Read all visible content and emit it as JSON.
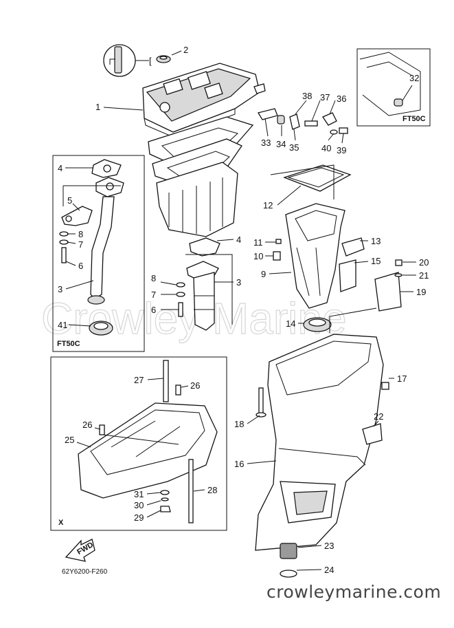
{
  "watermark": "Crowley Marine",
  "website": "crowleymarine.com",
  "diagram_code": "62Y6200-F260",
  "fwd_label": "FWD",
  "boxes": {
    "left": "FT50C",
    "top_right": "FT50C",
    "bottom": "X"
  },
  "callouts": [
    "1",
    "2",
    "3",
    "3",
    "4",
    "4",
    "5",
    "6",
    "6",
    "7",
    "7",
    "8",
    "8",
    "9",
    "10",
    "11",
    "12",
    "13",
    "14",
    "15",
    "16",
    "17",
    "18",
    "19",
    "20",
    "21",
    "22",
    "23",
    "24",
    "25",
    "26",
    "26",
    "27",
    "28",
    "29",
    "30",
    "31",
    "32",
    "33",
    "34",
    "35",
    "36",
    "37",
    "38",
    "39",
    "40",
    "41"
  ]
}
